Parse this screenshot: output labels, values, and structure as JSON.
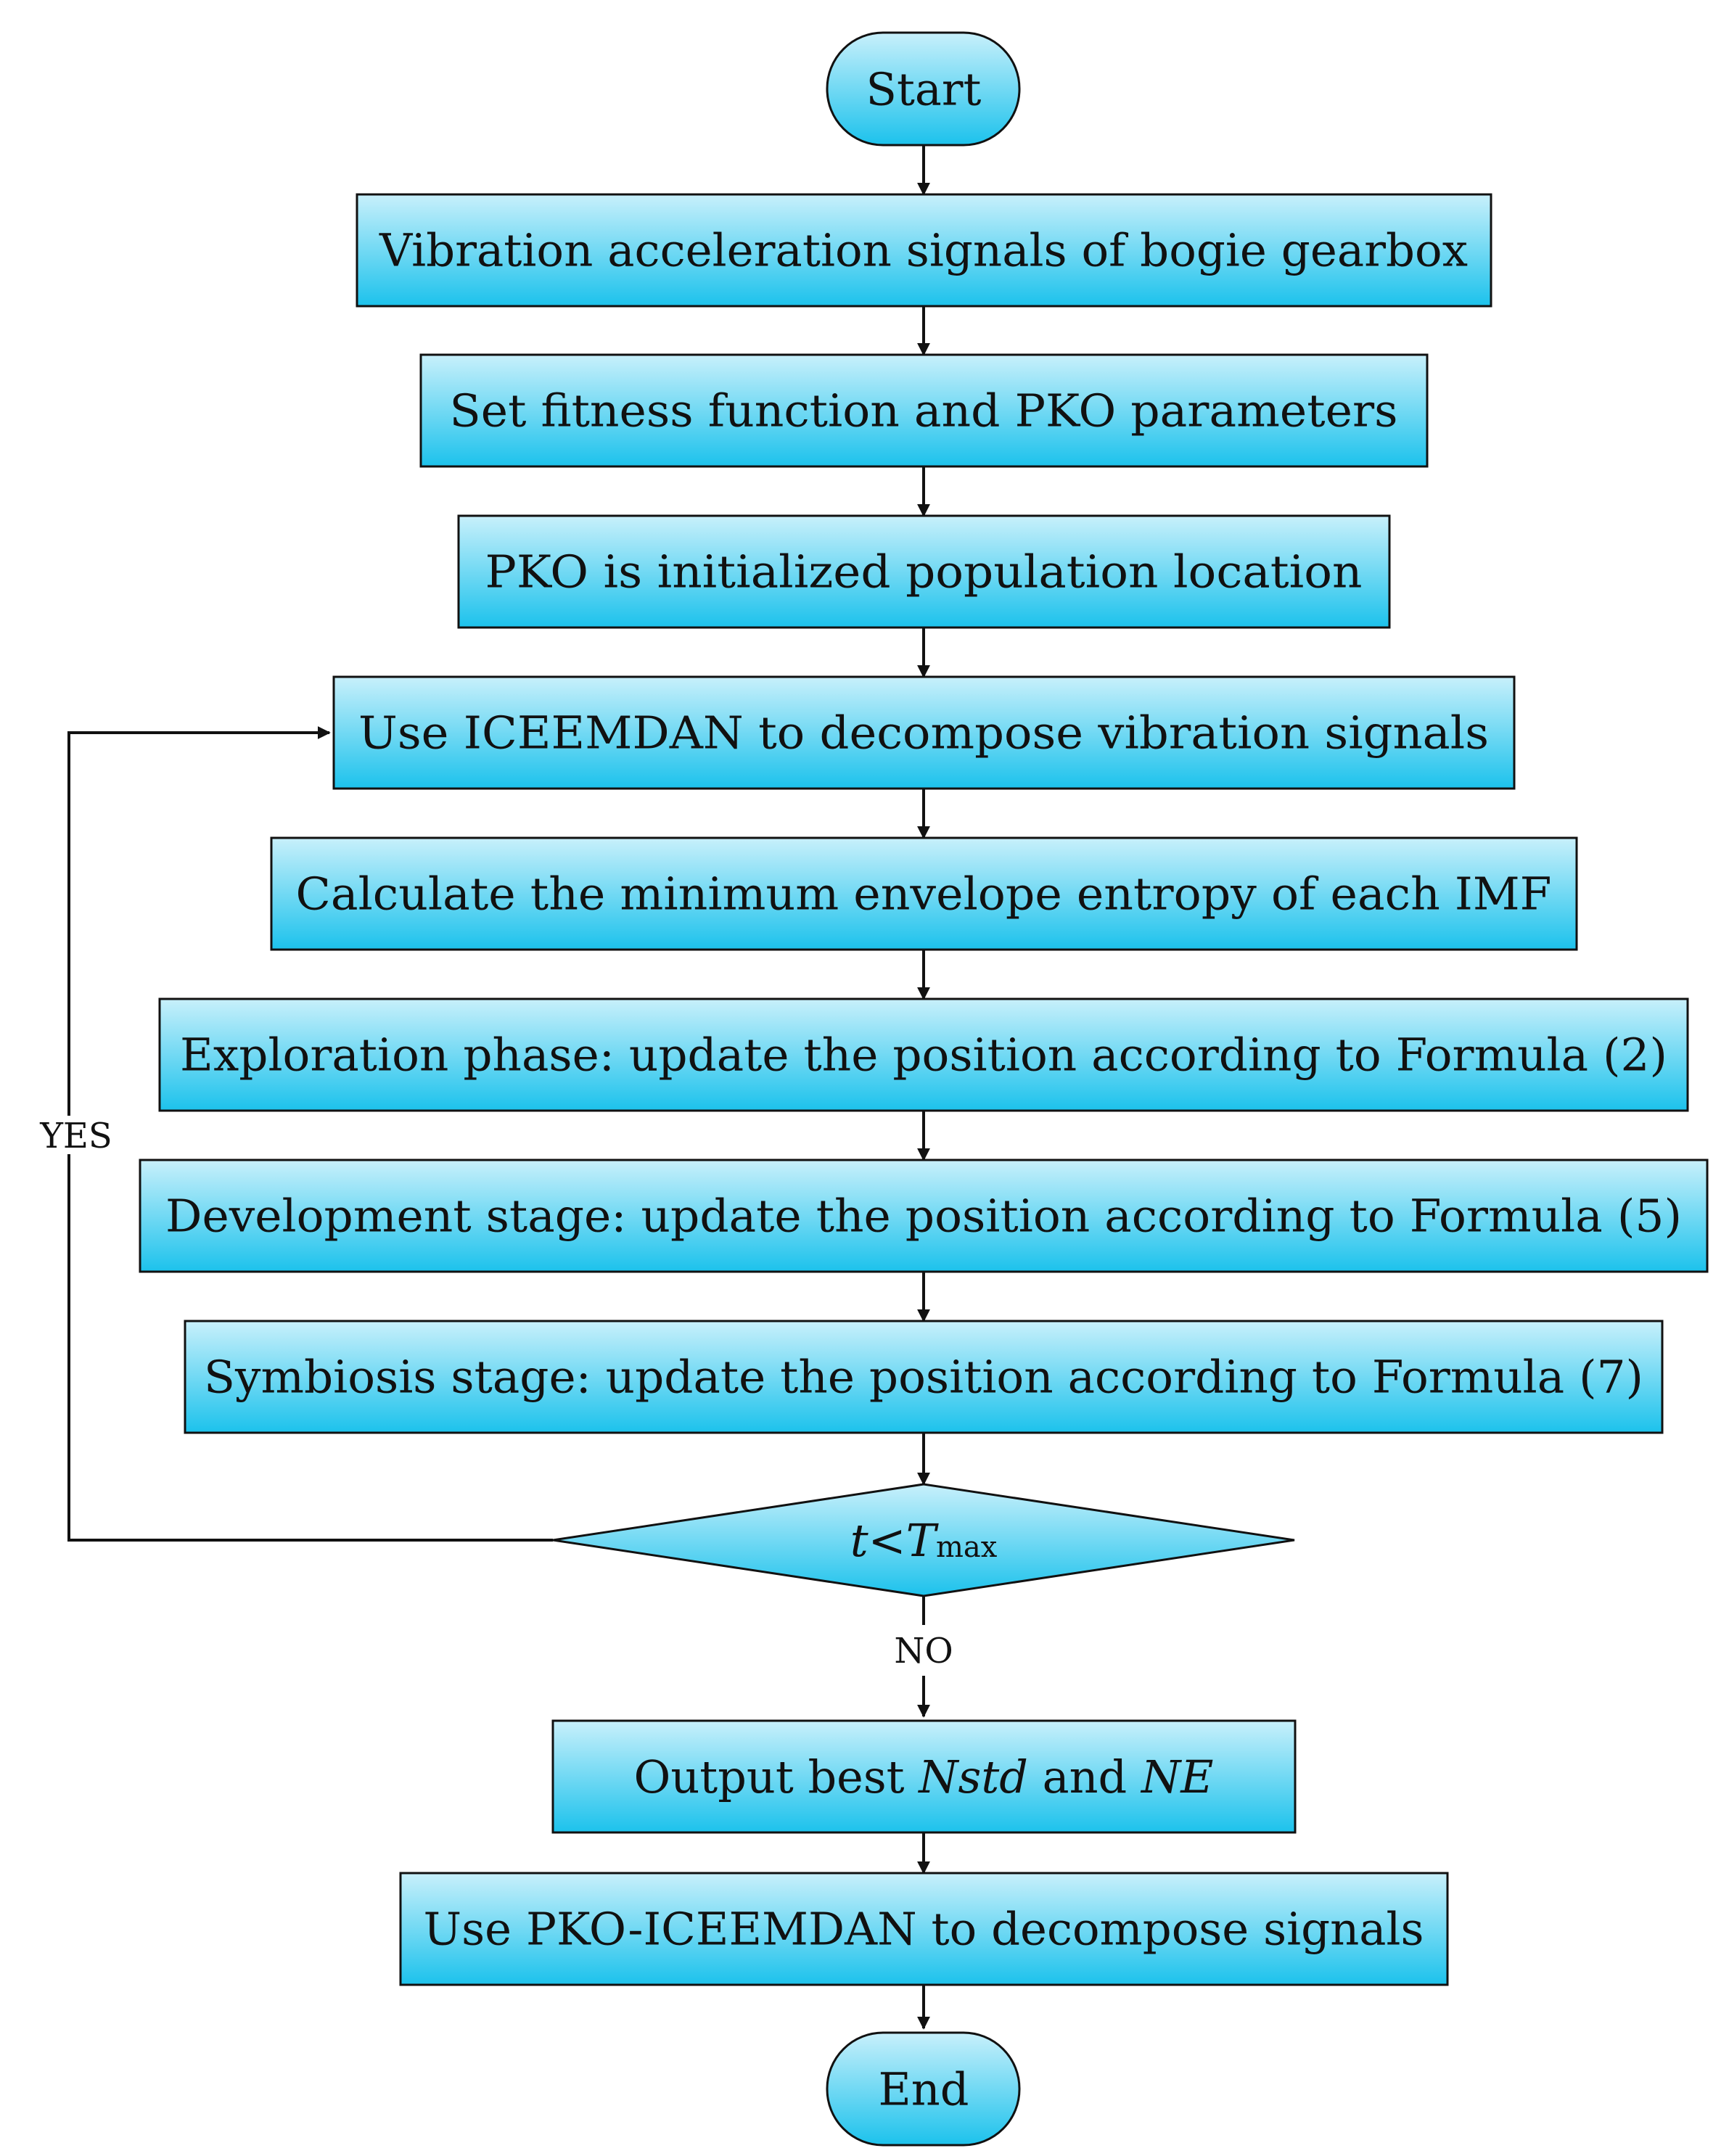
{
  "colors": {
    "fill_top": "#c8f0fb",
    "fill_bottom": "#1cc2ec",
    "stroke": "#111111",
    "background": "#ffffff"
  },
  "nodes": {
    "start": "Start",
    "step1": "Vibration acceleration signals of bogie gearbox",
    "step2": "Set fitness function and PKO parameters",
    "step3": "PKO is initialized population location",
    "step4": "Use ICEEMDAN to decompose vibration signals",
    "step5": "Calculate the minimum envelope entropy of each IMF",
    "step6": "Exploration phase: update the position according to Formula (2)",
    "step7": "Development stage: update the position according to Formula (5)",
    "step8": "Symbiosis stage: update the position according to Formula (7)",
    "decision": {
      "var": "t",
      "op": "<",
      "bound": "T",
      "bound_sub": "max"
    },
    "output": {
      "prefix": "Output best ",
      "param1": "Nstd",
      "mid": " and ",
      "param2": "NE"
    },
    "step10": "Use PKO-ICEEMDAN to decompose signals",
    "end": "End"
  },
  "edges": {
    "yes_label": "YES",
    "no_label": "NO"
  }
}
